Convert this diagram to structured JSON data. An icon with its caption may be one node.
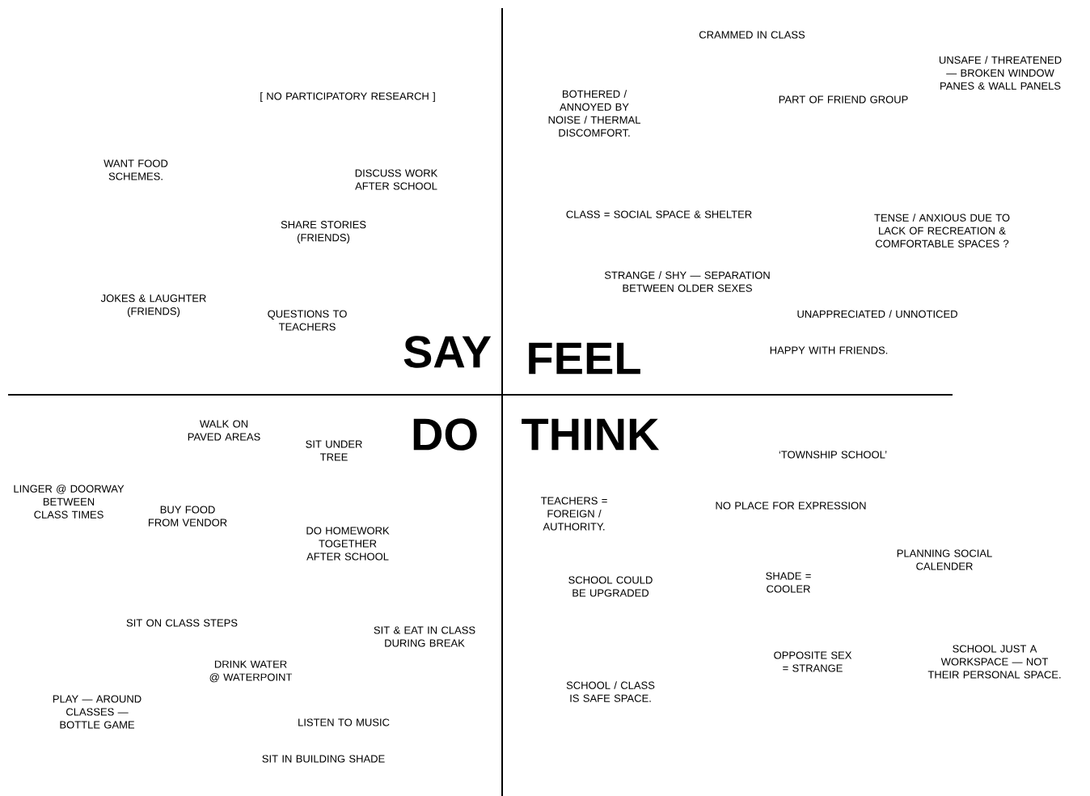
{
  "diagram": {
    "labels": [
      "[ NO PARTICIPATORY RESEARCH ]",
      "WANT FOOD SCHEMES.",
      "DISCUSS WORK AFTER SCHOOL",
      "SHARE STORIES (FRIENDS)",
      "JOKES & LAUGHTER (FRIENDS)",
      "QUESTIONS TO TEACHERS",
      "CRAMMED IN CLASS",
      "BOTHERED / ANNOYED BY NOISE / THERMAL DISCOMFORT.",
      "PART OF FRIEND GROUP",
      "UNSAFE / THREATENED — BROKEN WINDOW PANES & WALL PANELS",
      "CLASS = SOCIAL SPACE & SHELTER",
      "TENSE / ANXIOUS DUE TO LACK OF RECREATION & COMFORTABLE SPACES ?",
      "STRANGE / SHY — SEPARATION BETWEEN OLDER SEXES",
      "UNAPPRECIATED / UNNOTICED",
      "SAY",
      "FEEL",
      "HAPPY WITH FRIENDS.",
      "DO",
      "THINK",
      "WALK ON PAVED AREAS",
      "SIT UNDER TREE",
      "LINGER @ DOORWAY BETWEEN CLASS TIMES",
      "BUY FOOD FROM VENDOR",
      "DO HOMEWORK TOGETHER AFTER SCHOOL",
      "SIT ON CLASS STEPS",
      "SIT & EAT IN CLASS DURING BREAK",
      "DRINK WATER @ WATERPOINT",
      "PLAY — AROUND CLASSES — BOTTLE GAME",
      "LISTEN TO MUSIC",
      "SIT IN BUILDING SHADE",
      "‘TOWNSHIP SCHOOL’",
      "TEACHERS = FOREIGN / AUTHORITY.",
      "NO PLACE FOR EXPRESSION",
      "PLANNING SOCIAL CALENDER",
      "SCHOOL COULD BE UPGRADED",
      "SHADE = COOLER",
      "SCHOOL JUST A WORKSPACE — NOT THEIR PERSONAL SPACE.",
      "OPPOSITE SEX = STRANGE",
      "SCHOOL / CLASS IS SAFE SPACE."
    ]
  }
}
